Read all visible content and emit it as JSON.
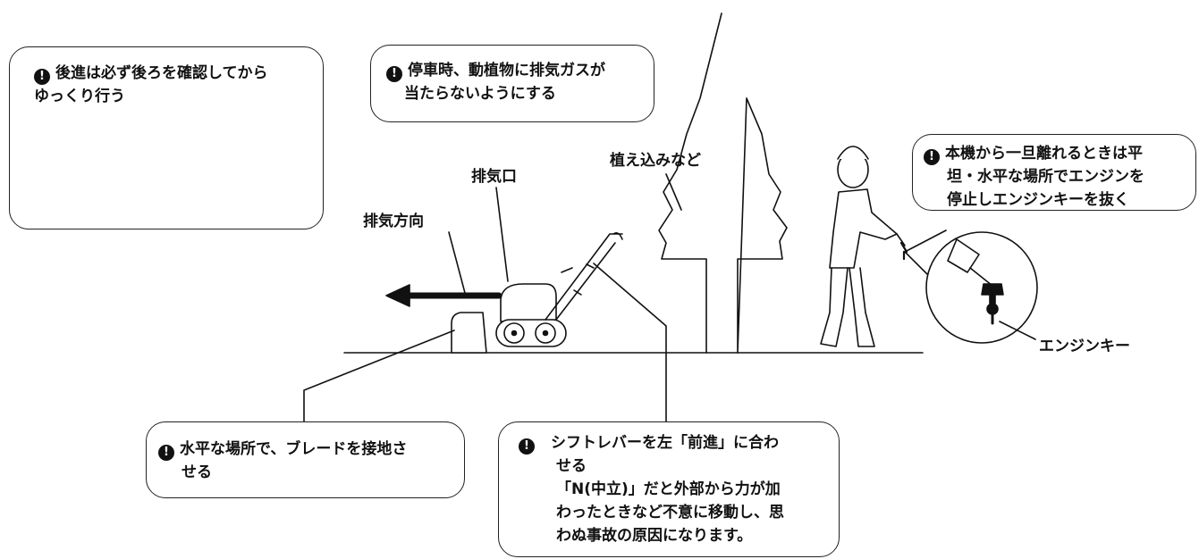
{
  "notes": {
    "reverse": {
      "icon": "warning-icon",
      "line1": "後進は必ず後ろを確認してから",
      "line2": "ゆっくり行う"
    },
    "exhaust": {
      "icon": "warning-icon",
      "line1": "停車時、動植物に排気ガスが",
      "line2": "当たらないようにする"
    },
    "leave": {
      "icon": "warning-icon",
      "line1": "本機から一旦離れるときは平",
      "line2": "坦・水平な場所でエンジンを",
      "line3": "停止しエンジンキーを抜く"
    },
    "blade": {
      "icon": "warning-icon",
      "line1": "水平な場所で、ブレードを接地さ",
      "line2": "せる"
    },
    "shift": {
      "icon": "warning-icon",
      "line1": "シフトレバーを左「前進」に合わ",
      "line2": "せる",
      "line3": "「N(中立)」だと外部から力が加",
      "line4": "わったときなど不意に移動し、思",
      "line5": "わぬ事故の原因になります。"
    }
  },
  "labels": {
    "plants": "植え込みなど",
    "exhaust_port": "排気口",
    "exhaust_direction": "排気方向",
    "engine_key": "エンジンキー"
  },
  "colors": {
    "ink": "#111111",
    "background": "#ffffff",
    "spark": "#111111"
  }
}
